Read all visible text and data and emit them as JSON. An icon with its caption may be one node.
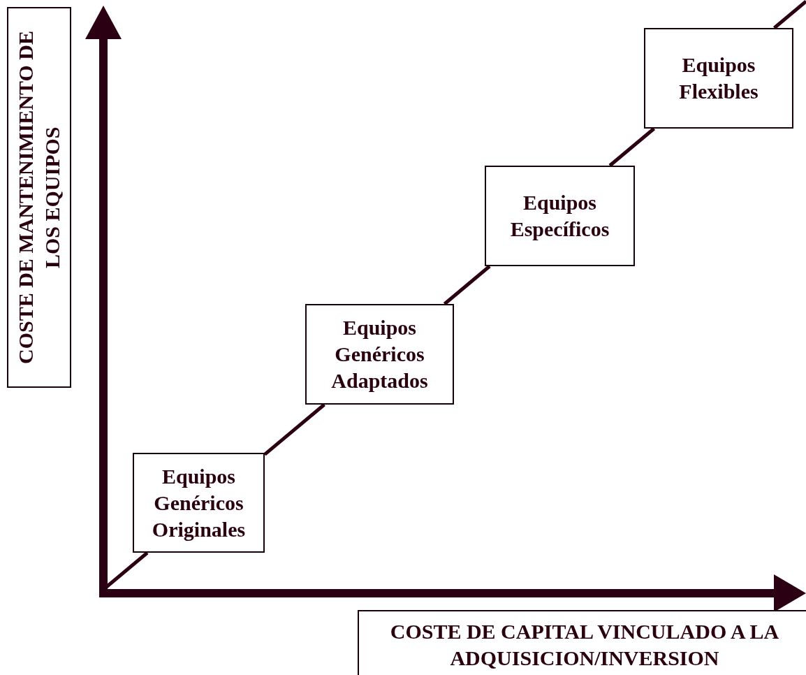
{
  "diagram": {
    "nodes": [
      {
        "text": [
          "COSTE DE MANTENIMIENTO DE LOS EQUIPOS"
        ]
      },
      {
        "text": [
          "Equipos Genéricos Originales"
        ]
      },
      {
        "text": [
          "Equipos Genéricos Adaptados"
        ]
      },
      {
        "text": [
          "Equipos Específicos"
        ]
      },
      {
        "text": [
          "Equipos Flexibles"
        ]
      },
      {
        "text": [
          "COSTE DE CAPITAL VINCULADO A LA ADQUISICION/INVERSION"
        ]
      }
    ],
    "edges": [
      {
        "from": null,
        "to": 1,
        "arrow": "none"
      },
      {
        "from": 1,
        "to": 2,
        "arrow": "none"
      },
      {
        "from": 2,
        "to": 3,
        "arrow": "none"
      },
      {
        "from": 3,
        "to": 4,
        "arrow": "none"
      },
      {
        "from": 4,
        "to": null,
        "arrow": "none"
      }
    ]
  }
}
